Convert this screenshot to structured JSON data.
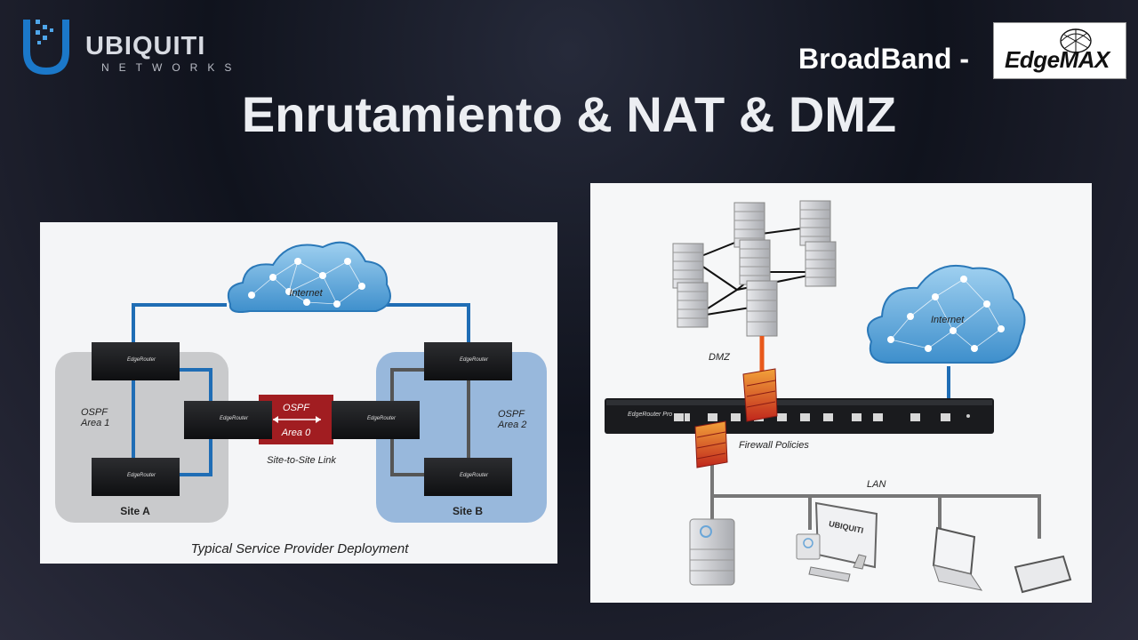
{
  "header": {
    "brand_word": "UBIQUITI",
    "brand_sub": "NETWORKS",
    "product_prefix": "BroadBand -",
    "product_logo": "EdgeMAX",
    "title": "Enrutamiento & NAT & DMZ"
  },
  "left_diagram": {
    "cloud_label": "Internet",
    "area1_label": "OSPF\nArea 1",
    "area2_label": "OSPF\nArea 2",
    "area0_top": "OSPF",
    "area0_bottom": "Area 0",
    "link_label": "Site-to-Site Link",
    "site_a": "Site A",
    "site_b": "Site B",
    "router_label": "EdgeRouter",
    "caption": "Typical Service Provider Deployment"
  },
  "right_diagram": {
    "cloud_label": "Internet",
    "dmz_label": "DMZ",
    "firewall_label": "Firewall Policies",
    "lan_label": "LAN",
    "router_label": "EdgeRouter Pro",
    "monitor_brand": "UBIQUITI"
  },
  "colors": {
    "blue_line": "#1f6db5",
    "dark_line": "#555555",
    "area_gray": "#c9cacc",
    "area_blue": "#98b8dc",
    "ospf_red": "#a11d21",
    "cloud_blue": "#5aa3d8"
  },
  "icons": [
    "ubiquiti-logo-icon",
    "edgemax-globe-icon",
    "cloud-icon",
    "router-icon",
    "server-icon",
    "firewall-icon",
    "monitor-icon",
    "laptop-icon",
    "tablet-icon"
  ]
}
